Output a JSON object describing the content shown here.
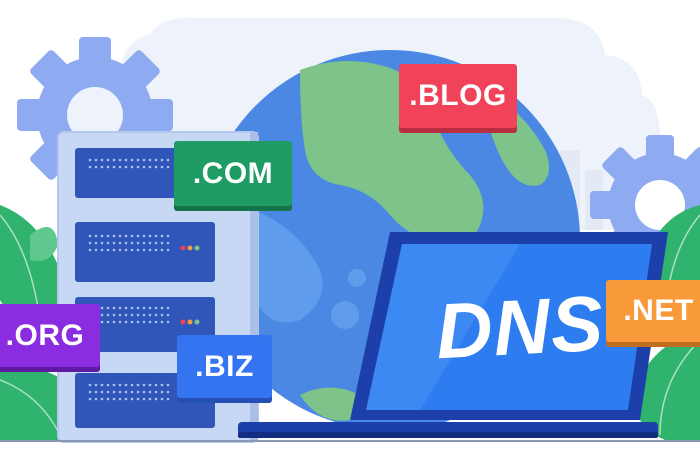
{
  "illustration": {
    "screen_text": "DNS",
    "domain_tags": [
      {
        "label": ".COM",
        "color": "#1e9c63"
      },
      {
        "label": ".BLOG",
        "color": "#f0435a"
      },
      {
        "label": ".ORG",
        "color": "#8a2ce0"
      },
      {
        "label": ".BIZ",
        "color": "#3474f0"
      },
      {
        "label": ".NET",
        "color": "#f89a3a"
      }
    ],
    "icons": [
      "gear-icon",
      "globe-icon",
      "server-rack-icon",
      "laptop-icon",
      "leaf-icon",
      "city-skyline-icon"
    ],
    "colors": {
      "sky_cloud": "#eef3fb",
      "globe_ocean": "#4a88e4",
      "globe_land": "#7ec48a",
      "gear": "#8eaaf1",
      "server_case": "#c7d8f5",
      "server_drive": "#2f56b8",
      "laptop_screen": "#2d7df0",
      "laptop_frame": "#1c3faa",
      "leaf": "#2fb36d"
    }
  }
}
